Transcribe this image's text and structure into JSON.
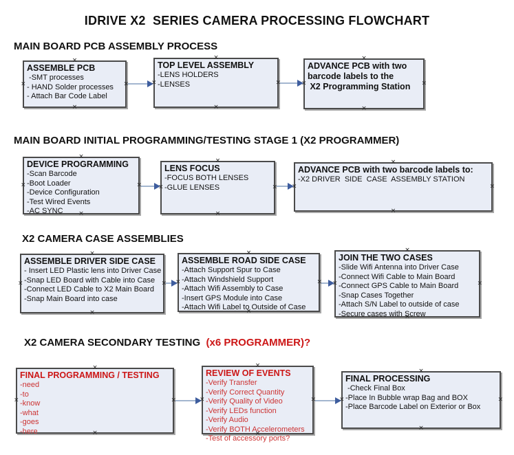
{
  "title": "IDRIVE X2  SERIES CAMERA PROCESSING FLOWCHART",
  "icons": {
    "anchor_x": "×"
  },
  "colors": {
    "box_fill": "#e9edf6",
    "box_border": "#4a4a4a",
    "arrow_line": "#a3b6cf",
    "arrow_head": "#3e5d9e",
    "red": "#cc1616"
  },
  "sections": [
    {
      "header": "MAIN BOARD PCB ASSEMBLY PROCESS",
      "boxes": [
        {
          "title": "ASSEMBLE PCB",
          "lines": [
            " -SMT processes",
            "- HAND Solder processes",
            "- Attach Bar Code Label"
          ]
        },
        {
          "title": "TOP LEVEL ASSEMBLY",
          "lines": [
            "-LENS HOLDERS",
            "-LENSES"
          ]
        },
        {
          "title": "ADVANCE PCB with two",
          "lines": [
            "barcode labels to the",
            " X2 Programming Station"
          ]
        }
      ]
    },
    {
      "header": "MAIN BOARD INITIAL PROGRAMMING/TESTING STAGE 1 (X2 PROGRAMMER)",
      "boxes": [
        {
          "title": "DEVICE PROGRAMMING",
          "lines": [
            "-Scan Barcode",
            "-Boot Loader",
            "-Device Configuration",
            "-Test Wired Events",
            "-AC SYNC"
          ]
        },
        {
          "title": "LENS FOCUS",
          "lines": [
            "-FOCUS BOTH LENSES",
            "-GLUE LENSES"
          ]
        },
        {
          "title": "ADVANCE PCB with two barcode labels to:",
          "lines": [
            "-X2 DRIVER  SIDE  CASE  ASSEMBLY STATION"
          ]
        }
      ]
    },
    {
      "header": "X2 CAMERA CASE ASSEMBLIES",
      "boxes": [
        {
          "title": "ASSEMBLE DRIVER SIDE CASE",
          "lines": [
            "- Insert LED Plastic lens into Driver Case",
            "-Snap LED Board with Cable into Case",
            "-Connect LED Cable to X2 Main Board",
            "-Snap Main Board into case"
          ]
        },
        {
          "title": "ASSEMBLE ROAD SIDE CASE",
          "lines": [
            "-Attach Support Spur to Case",
            "-Attach Windshield Support",
            "-Attach Wifi Assembly to Case",
            "-Insert GPS Module into Case",
            "-Attach Wifi Label to Outside of Case"
          ]
        },
        {
          "title": "JOIN THE TWO CASES",
          "lines": [
            "-Slide Wifi Antenna into Driver Case",
            "-Connect Wifi Cable to Main Board",
            "-Connect GPS Cable to Main Board",
            "-Snap Cases Together",
            "-Attach S/N Label to outside of case",
            "-Secure cases with Screw"
          ]
        }
      ]
    },
    {
      "header": "X2 CAMERA SECONDARY TESTING  ",
      "header_red": "(x6 PROGRAMMER)?",
      "boxes": [
        {
          "title": "FINAL PROGRAMMING / TESTING",
          "lines": [
            "-need",
            "-to",
            "-know",
            "-what",
            "-goes",
            "-here"
          ]
        },
        {
          "title": "REVIEW OF EVENTS",
          "lines": [
            "-Verify Transfer",
            "-Verify Correct Quantity",
            "-Verify Quality of Video",
            "-Verify LEDs function",
            "-Verify Audio",
            "-Verify BOTH Accelerometers",
            "-Test of accessory ports?"
          ]
        },
        {
          "title": "FINAL PROCESSING",
          "lines": [
            " -Check Final Box",
            "-Place In Bubble wrap Bag and BOX",
            "-Place Barcode Label on Exterior or Box"
          ]
        }
      ]
    }
  ]
}
